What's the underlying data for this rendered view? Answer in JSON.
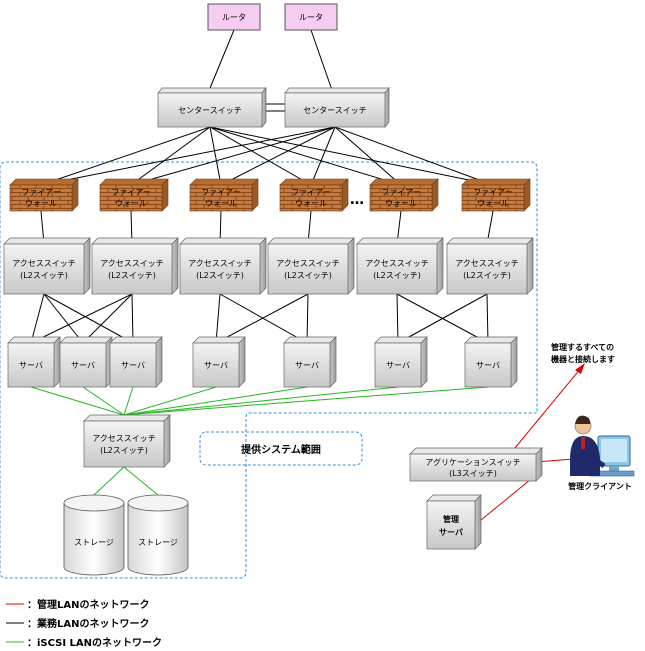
{
  "routers": [
    "ルータ",
    "ルータ"
  ],
  "center_switches": [
    "センタースイッチ",
    "センタースイッチ"
  ],
  "firewall": {
    "line1": "ファイアー",
    "line2": "ウォール"
  },
  "ellipsis": "…",
  "access_switch": {
    "line1": "アクセススイッチ",
    "line2": "(L2スイッチ)"
  },
  "server": "サーバ",
  "storage": "ストレージ",
  "region_label": "提供システム範囲",
  "aggregation_switch": {
    "line1": "アグリケーションスイッチ",
    "line2": "(L3スイッチ)"
  },
  "mgmt_server": {
    "line1": "管理",
    "line2": "サーバ"
  },
  "mgmt_client": "管理クライアント",
  "arrow_note": {
    "line1": "管理するすべての",
    "line2": "機器と接続します"
  },
  "legend": [
    {
      "label": "：管理LANのネットワーク",
      "color": "#e00000"
    },
    {
      "label": "：業務LANのネットワーク",
      "color": "#000000"
    },
    {
      "label": "：iSCSI LANのネットワーク",
      "color": "#22b822"
    }
  ],
  "colors": {
    "router_fill": "#f6ccf2",
    "firewall_brick": "#c87a3c",
    "region_border": "#3b8ee0"
  }
}
